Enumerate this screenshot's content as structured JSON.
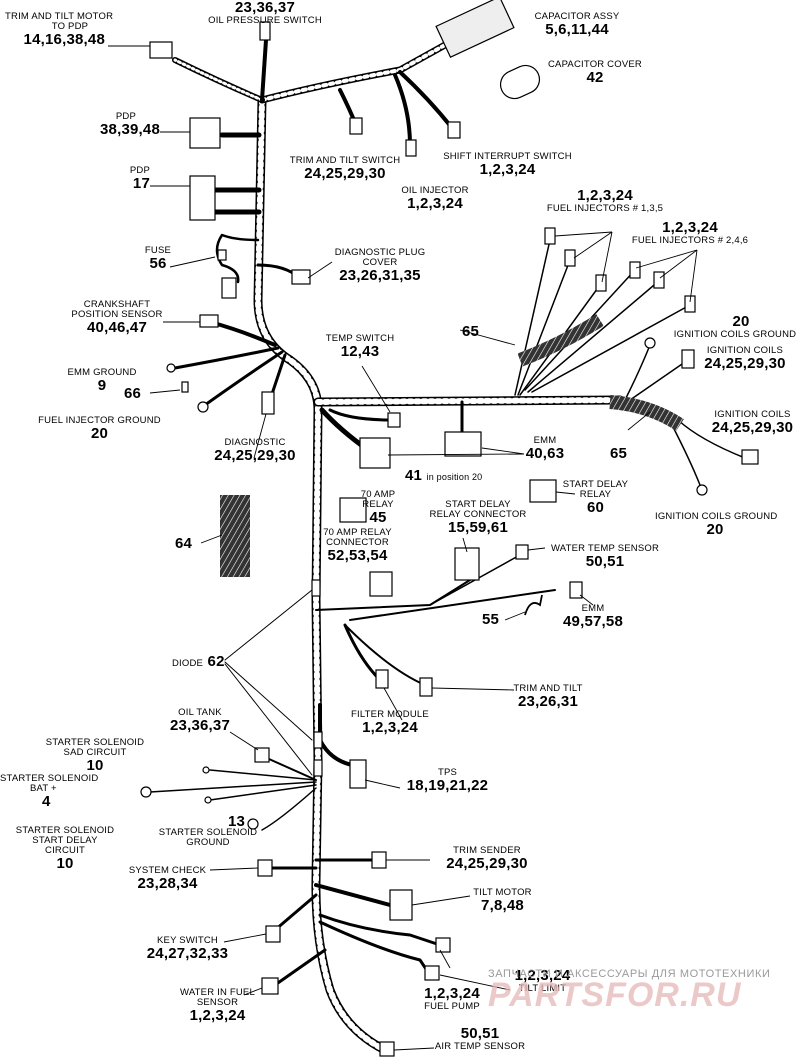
{
  "labels": {
    "trim_tilt_motor": {
      "name": "TRIM AND TILT MOTOR",
      "name2": "TO PDP",
      "ref": "14,16,38,48"
    },
    "oil_pressure_switch": {
      "name": "OIL PRESSURE SWITCH",
      "ref": "23,36,37"
    },
    "capacitor_assy": {
      "name": "CAPACITOR ASSY",
      "ref": "5,6,11,44"
    },
    "capacitor_cover": {
      "name": "CAPACITOR COVER",
      "ref": "42"
    },
    "pdp_a": {
      "name": "PDP",
      "ref": "38,39,48"
    },
    "pdp_b": {
      "name": "PDP",
      "ref": "17"
    },
    "trim_tilt_switch": {
      "name": "TRIM AND TILT SWITCH",
      "ref": "24,25,29,30"
    },
    "shift_interrupt": {
      "name": "SHIFT INTERRUPT SWITCH",
      "ref": "1,2,3,24"
    },
    "oil_injector": {
      "name": "OIL INJECTOR",
      "ref": "1,2,3,24"
    },
    "fuel_inj_135": {
      "name": "FUEL INJECTORS # 1,3,5",
      "ref": "1,2,3,24"
    },
    "fuel_inj_246": {
      "name": "FUEL INJECTORS # 2,4,6",
      "ref": "1,2,3,24"
    },
    "fuse": {
      "name": "FUSE",
      "ref": "56"
    },
    "diag_plug_cover": {
      "name": "DIAGNOSTIC PLUG",
      "name2": "COVER",
      "ref": "23,26,31,35"
    },
    "crankshaft": {
      "name": "CRANKSHAFT",
      "name2": "POSITION SENSOR",
      "ref": "40,46,47"
    },
    "item65a": {
      "ref": "65"
    },
    "ign_ground_top": {
      "name": "IGNITION COILS GROUND",
      "ref": "20"
    },
    "ign_coils_a": {
      "name": "IGNITION COILS",
      "ref": "24,25,29,30"
    },
    "temp_switch": {
      "name": "TEMP SWITCH",
      "ref": "12,43"
    },
    "emm_ground": {
      "name": "EMM GROUND",
      "ref": "9"
    },
    "item66": {
      "ref": "66"
    },
    "fuel_inj_ground": {
      "name": "FUEL INJECTOR GROUND",
      "ref": "20"
    },
    "ign_coils_b": {
      "name": "IGNITION COILS",
      "ref": "24,25,29,30"
    },
    "diagnostic": {
      "name": "DIAGNOSTIC",
      "ref": "24,25,29,30"
    },
    "emm_a": {
      "name": "EMM",
      "ref": "40,63"
    },
    "item41": {
      "ref": "41",
      "note": "in position 20"
    },
    "item65b": {
      "ref": "65"
    },
    "relay_70": {
      "name": "70 AMP",
      "name2": "RELAY",
      "ref": "45"
    },
    "start_delay_relay": {
      "name": "START DELAY",
      "name2": "RELAY",
      "ref": "60"
    },
    "ign_ground_bottom": {
      "name": "IGNITION COILS GROUND",
      "ref": "20"
    },
    "start_delay_conn": {
      "name": "START DELAY",
      "name2": "RELAY CONNECTOR",
      "ref": "15,59,61"
    },
    "item64": {
      "ref": "64"
    },
    "relay_70_conn": {
      "name": "70 AMP RELAY",
      "name2": "CONNECTOR",
      "ref": "52,53,54"
    },
    "water_temp": {
      "name": "WATER TEMP SENSOR",
      "ref": "50,51"
    },
    "item55": {
      "ref": "55"
    },
    "emm_b": {
      "name": "EMM",
      "ref": "49,57,58"
    },
    "diode": {
      "name": "DIODE",
      "ref": "62"
    },
    "trim_tilt_mid": {
      "name": "TRIM AND TILT",
      "ref": "23,26,31"
    },
    "filter_module": {
      "name": "FILTER MODULE",
      "ref": "1,2,3,24"
    },
    "oil_tank": {
      "name": "OIL TANK",
      "ref": "23,36,37"
    },
    "starter_sad": {
      "name": "STARTER SOLENOID",
      "name2": "SAD CIRCUIT",
      "ref": "10"
    },
    "starter_bat": {
      "name": "STARTER SOLENOID",
      "name2": "BAT +",
      "ref": "4"
    },
    "tps": {
      "name": "TPS",
      "ref": "18,19,21,22"
    },
    "item13": {
      "ref": "13"
    },
    "starter_ground": {
      "name": "STARTER SOLENOID",
      "name2": "GROUND"
    },
    "starter_delay": {
      "name": "STARTER SOLENOID",
      "name2": "START DELAY",
      "name3": "CIRCUIT",
      "ref": "10"
    },
    "system_check": {
      "name": "SYSTEM CHECK",
      "ref": "23,28,34"
    },
    "trim_sender": {
      "name": "TRIM SENDER",
      "ref": "24,25,29,30"
    },
    "tilt_motor": {
      "name": "TILT MOTOR",
      "ref": "7,8,48"
    },
    "key_switch": {
      "name": "KEY SWITCH",
      "ref": "24,27,32,33"
    },
    "tilt_limit": {
      "name": "TILT LIMIT",
      "ref": "1,2,3,24"
    },
    "fuel_pump": {
      "name": "FUEL PUMP",
      "ref": "1,2,3,24"
    },
    "water_fuel": {
      "name": "WATER IN FUEL",
      "name2": "SENSOR",
      "ref": "1,2,3,24"
    },
    "air_temp": {
      "name": "AIR TEMP SENSOR",
      "ref": "50,51"
    }
  },
  "watermark": {
    "line": "ЗАПЧАСТИ И АКСЕССУАРЫ ДЛЯ МОТОТЕХНИКИ",
    "logo": "PARTSFOR.RU"
  }
}
